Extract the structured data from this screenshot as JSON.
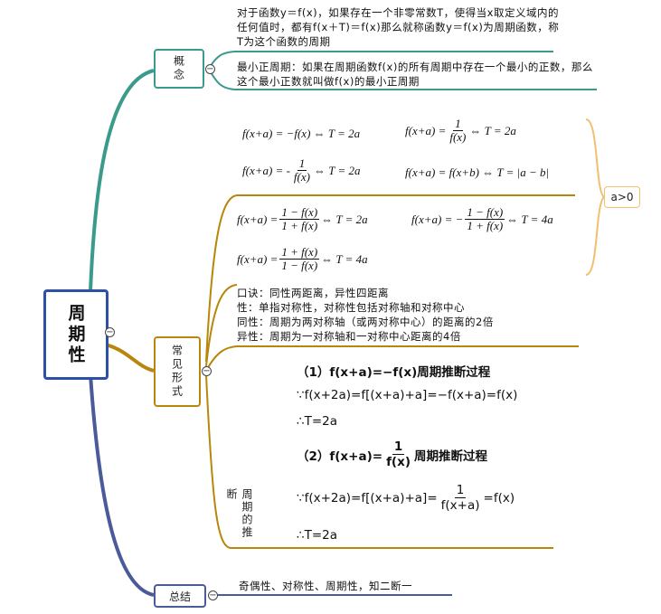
{
  "root": {
    "label": "周期性"
  },
  "branches": {
    "concept": {
      "label": "概念",
      "text1": "对于函数y＝f(x)，如果存在一个非零常数T，使得当x取定义域内的任何值时，都有f(x＋T)＝f(x)那么就称函数y＝f(x)为周期函数，称T为这个函数的周期",
      "text2": "最小正周期：如果在周期函数f(x)的所有周期中存在一个最小的正数，那么这个最小正数就叫做f(x)的最小正周期"
    },
    "forms": {
      "label": "常见形式",
      "condition": "a>0",
      "f1": {
        "lhs": "f(x+a) = −f(x) ⇔ T = 2a"
      },
      "f2": {
        "lhs": "f(x+a) =",
        "num": "1",
        "den": "f(x)",
        "rhs": "⇔ T = 2a"
      },
      "f3": {
        "lhs": "f(x+a) = -",
        "num": "1",
        "den": "f(x)",
        "rhs": "⇔ T = 2a"
      },
      "f4": {
        "lhs": "f(x+a) = f(x+b) ⇔ T = |a − b|"
      },
      "f5": {
        "lhs": "f(x+a) =",
        "num": "1 − f(x)",
        "den": "1 + f(x)",
        "rhs": "⇔ T = 2a"
      },
      "f6": {
        "lhs": "f(x+a) = −",
        "num": "1 − f(x)",
        "den": "1 + f(x)",
        "rhs": "⇔ T = 4a"
      },
      "f7": {
        "lhs": "f(x+a) =",
        "num": "1 + f(x)",
        "den": "1 − f(x)",
        "rhs": "⇔ T = 4a"
      },
      "mnemonic": [
        "口诀：同性两距离，异性四距离",
        "性：单指对称性，对称性包括对称轴和对称中心",
        "同性：周期为两对称轴（或两对称中心）的距离的2倍",
        "异性：周期为一对称轴和一对称中心距离的4倍"
      ]
    },
    "derivation": {
      "label": "周期的推断",
      "p1_title": "（1）f(x+a)=−f(x)周期推断过程",
      "p1_step1": "∵f(x+2a)=f[(x+a)+a]=−f(x+a)=f(x)",
      "p1_step2": "∴T=2a",
      "p2_title_pre": "（2）f(x+a)=",
      "p2_title_num": "1",
      "p2_title_den": "f(x)",
      "p2_title_post": "周期推断过程",
      "p2_step1_pre": "∵f(x+2a)=f[(x+a)+a]=",
      "p2_step1_num": "1",
      "p2_step1_den": "f(x+a)",
      "p2_step1_post": "=f(x)",
      "p2_step2": "∴T=2a"
    },
    "summary": {
      "label": "总结",
      "text": "奇偶性、对称性、周期性，知二断一"
    }
  },
  "colors": {
    "root": "#2e4fa8",
    "concept": "#3a9a8c",
    "forms": "#b8860b",
    "summary": "#4a5a9a",
    "brace": "#f0c070"
  },
  "icons": {
    "collapse": "minus-circle-icon"
  },
  "collapse_symbol": "−"
}
